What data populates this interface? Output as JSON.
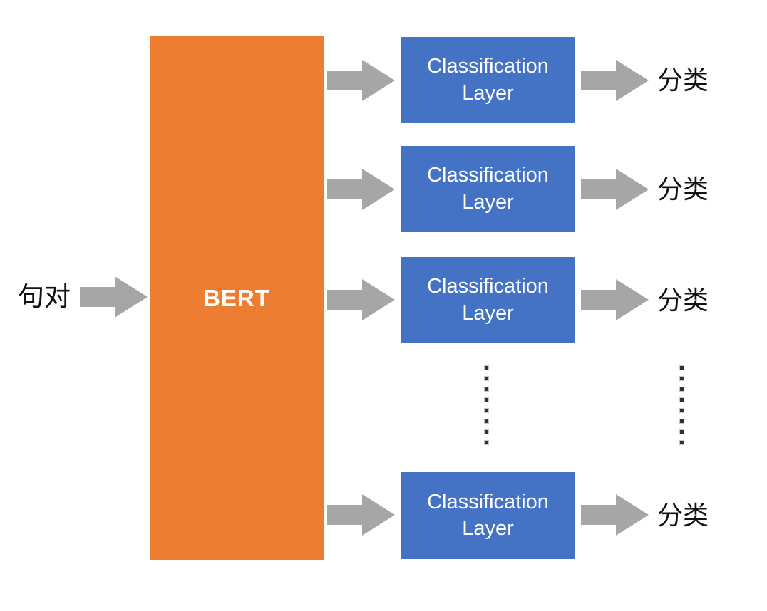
{
  "colors": {
    "bert-fill": "#ED7D31",
    "classifier-fill": "#4472C4",
    "arrow-gray": "#A6A6A6",
    "dot-color": "#29333D",
    "text-black": "#111111",
    "box-text": "#FFFFFF",
    "canvas-bg": "#FFFFFF"
  },
  "input": {
    "label": "句对"
  },
  "bert": {
    "label": "BERT"
  },
  "rows": [
    {
      "box_label": "Classification Layer",
      "output_label": "分类"
    },
    {
      "box_label": "Classification Layer",
      "output_label": "分类"
    },
    {
      "box_label": "Classification Layer",
      "output_label": "分类"
    },
    {
      "box_label": "Classification Layer",
      "output_label": "分类"
    }
  ],
  "ellipsis": {
    "dots_per_column": 8,
    "columns": 2
  }
}
